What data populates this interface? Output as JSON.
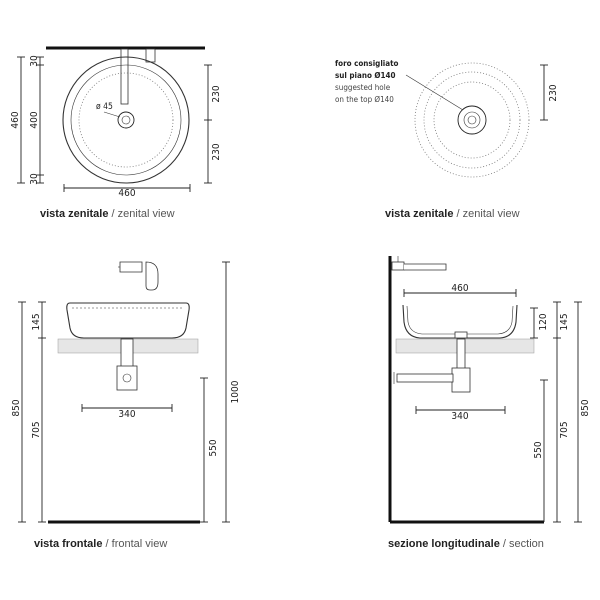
{
  "views": {
    "top_left": {
      "caption_it": "vista zenitale",
      "caption_sep": " / ",
      "caption_en": "zenital view",
      "dims": {
        "left_top": "30",
        "left_mid": "400",
        "left_bottom": "30",
        "left_outer": "460",
        "right_upper": "230",
        "right_lower": "230",
        "bottom": "460",
        "hole": "ø 45"
      }
    },
    "top_right": {
      "caption_it": "vista zenitale",
      "caption_sep": " / ",
      "caption_en": "zenital view",
      "note_it_1": "foro consigliato",
      "note_it_2": "sul piano Ø140",
      "note_en_1": "suggested hole",
      "note_en_2": "on the top Ø140",
      "dims": {
        "right": "230"
      }
    },
    "front": {
      "caption_it": "vista frontale",
      "caption_sep": " / ",
      "caption_en": "frontal view",
      "dims": {
        "left_upper": "145",
        "left_outer": "850",
        "left_inner": "705",
        "right_outer": "1000",
        "right_inner": "550",
        "bottom": "340"
      }
    },
    "section": {
      "caption_it": "sezione longitudinale",
      "caption_sep": " / ",
      "caption_en": "section",
      "dims": {
        "top": "460",
        "right_a": "120",
        "right_b": "145",
        "right_inner": "705",
        "right_outer": "850",
        "left_inner": "550",
        "bottom": "340"
      }
    }
  }
}
